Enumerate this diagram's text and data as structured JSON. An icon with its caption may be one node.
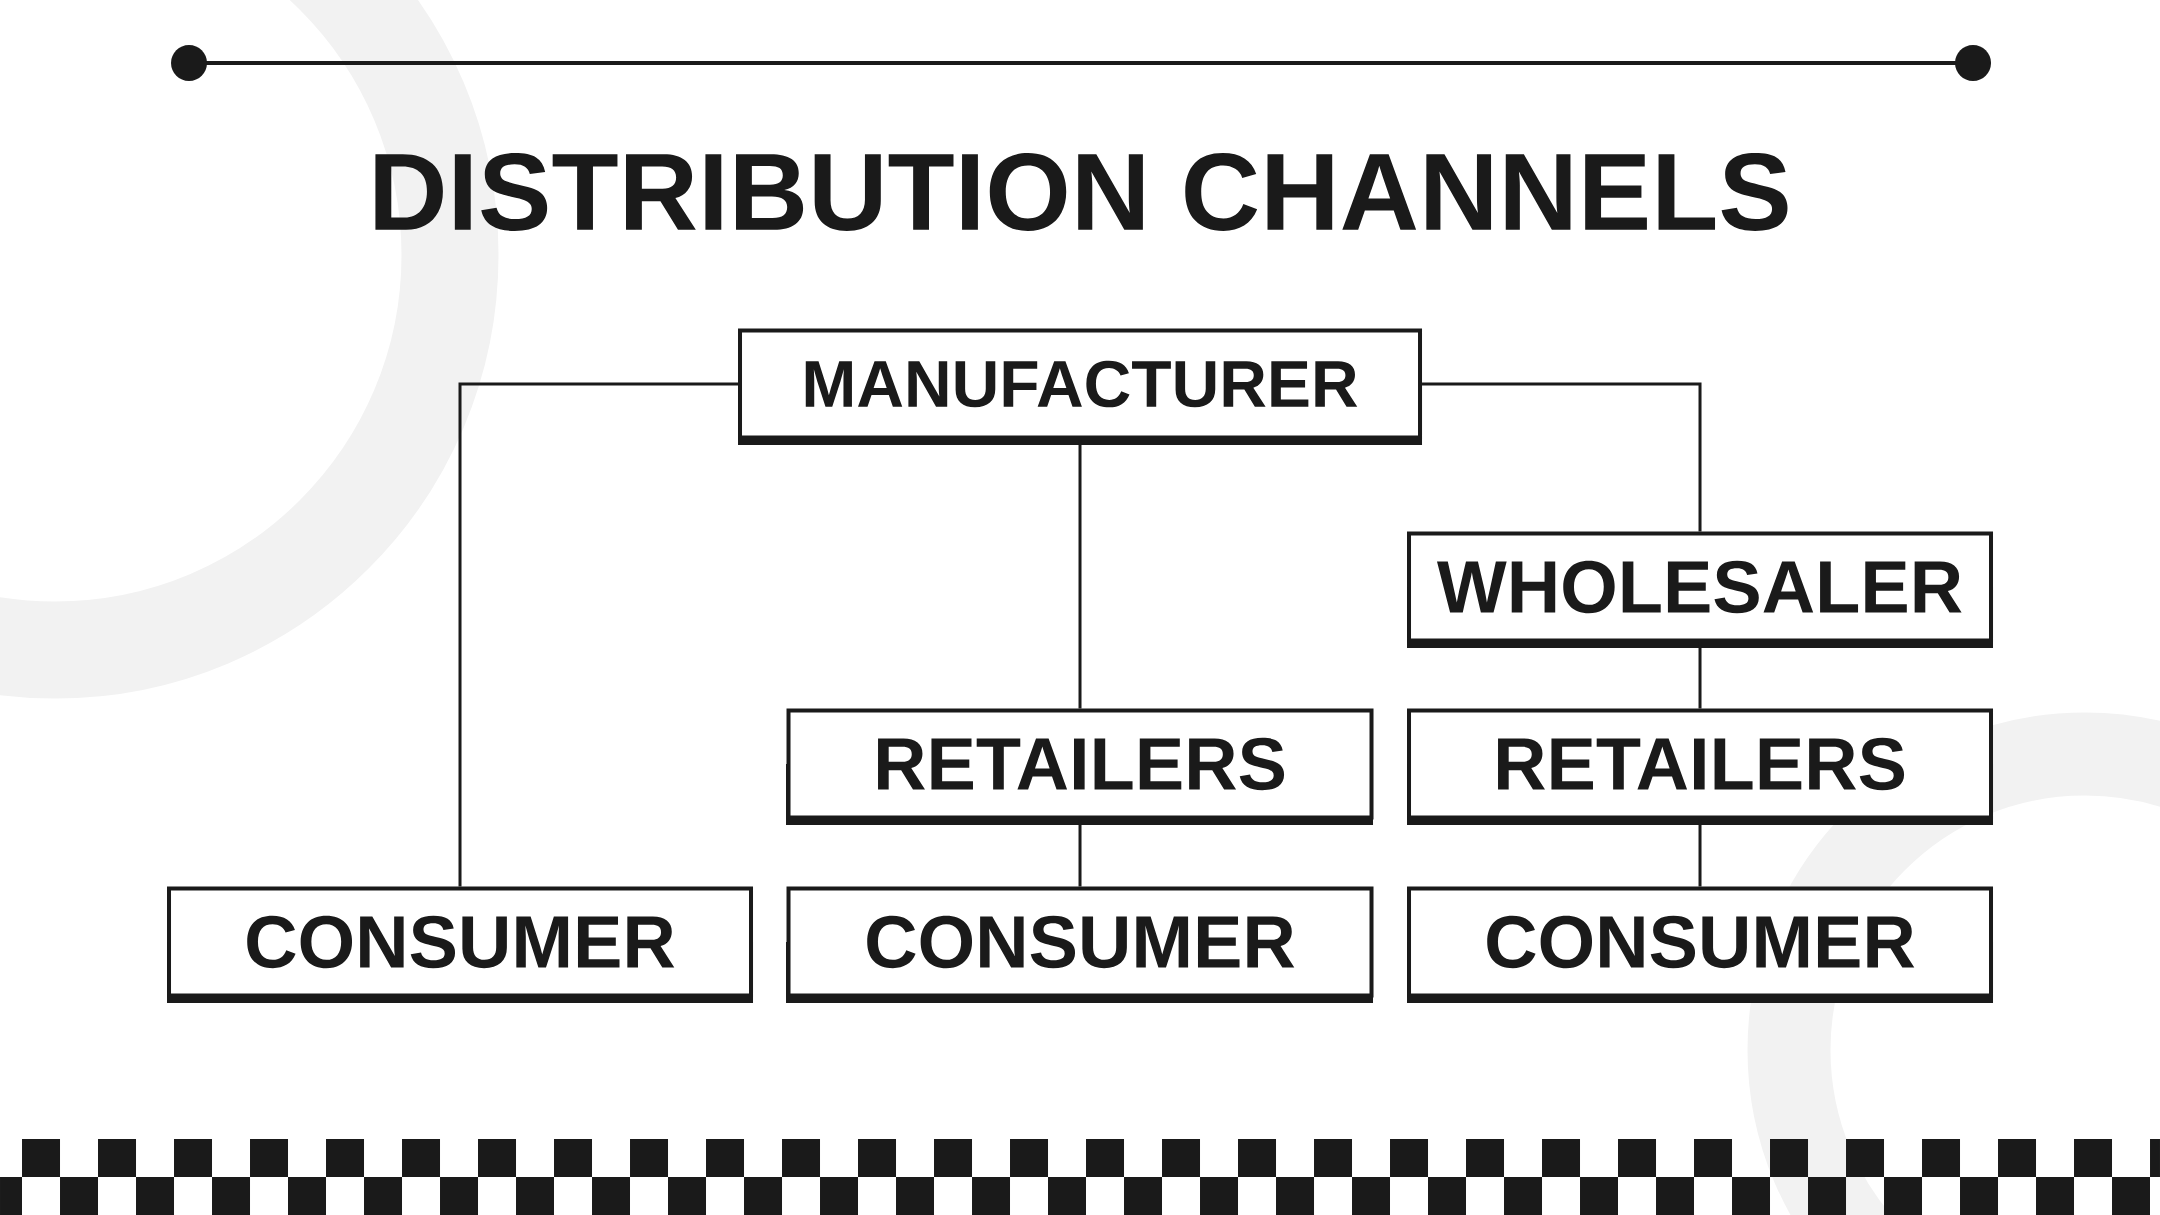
{
  "diagram": {
    "title": "DISTRIBUTION CHANNELS",
    "nodes": [
      {
        "text": [
          "MANUFACTURER"
        ]
      },
      {
        "text": [
          "WHOLESALER"
        ]
      },
      {
        "text": [
          "RETAILERS"
        ]
      },
      {
        "text": [
          "RETAILERS"
        ]
      },
      {
        "text": [
          "CONSUMER"
        ]
      },
      {
        "text": [
          "CONSUMER"
        ]
      },
      {
        "text": [
          "CONSUMER"
        ]
      }
    ],
    "edges": [
      {
        "from": 0,
        "to": 4,
        "arrow": "none"
      },
      {
        "from": 0,
        "to": 2,
        "arrow": "none"
      },
      {
        "from": 0,
        "to": 1,
        "arrow": "none"
      },
      {
        "from": 1,
        "to": 3,
        "arrow": "none"
      },
      {
        "from": 2,
        "to": 5,
        "arrow": "none"
      },
      {
        "from": 3,
        "to": 6,
        "arrow": "none"
      }
    ]
  }
}
